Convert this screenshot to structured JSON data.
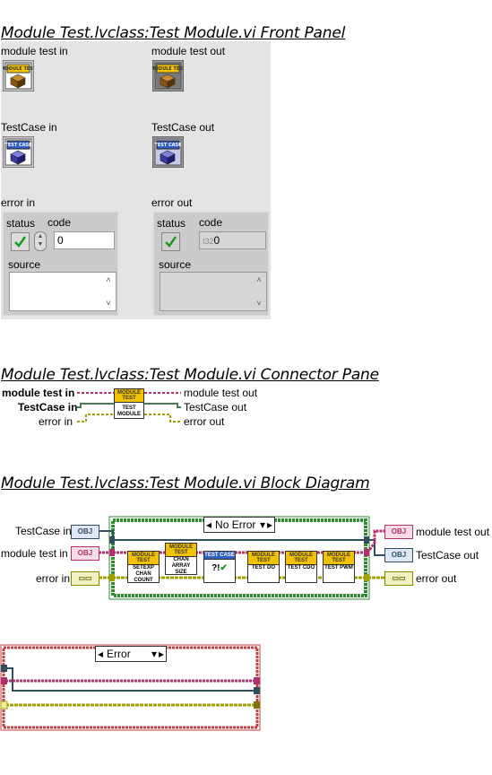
{
  "front_panel": {
    "title": "Module Test.lvclass:Test Module.vi Front Panel",
    "module_test_in": "module test in",
    "module_test_out": "module test out",
    "testcase_in": "TestCase in",
    "testcase_out": "TestCase out",
    "error_in": "error in",
    "error_out": "error out",
    "status_label": "status",
    "code_label": "code",
    "source_label": "source",
    "code_in_value": "0",
    "code_out_value": "0",
    "module_icon_text": "MODULE TEST",
    "testcase_icon_text": "TEST CASE"
  },
  "connector_pane": {
    "title": "Module Test.lvclass:Test Module.vi Connector Pane",
    "in_labels": [
      "module test in",
      "TestCase in",
      "error in"
    ],
    "out_labels": [
      "module test out",
      "TestCase out",
      "error out"
    ],
    "icon_top": "MODULE TEST",
    "icon_bottom": "TEST MODULE"
  },
  "block_diagram": {
    "title": "Module Test.lvclass:Test Module.vi Block Diagram",
    "in_labels": [
      "TestCase in",
      "module test in",
      "error in"
    ],
    "out_labels": [
      "module test out",
      "TestCase out",
      "error out"
    ],
    "case_no_error": "No Error",
    "case_error": "Error",
    "obj_text": "OBJ",
    "subvis": [
      {
        "top": "MODULE TEST",
        "body": "SETEXP CHAN COUNT"
      },
      {
        "top": "MODULE TEST",
        "body": "CHAN ARRAY SIZE"
      },
      {
        "top": "TEST CASE",
        "body": "?!"
      },
      {
        "top": "MODULE TEST",
        "body": "TEST DO"
      },
      {
        "top": "MODULE TEST",
        "body": "TEST CDO"
      },
      {
        "top": "MODULE TEST",
        "body": "TEST PWM"
      }
    ]
  },
  "colors": {
    "class_wire": "#b03070",
    "testcase_wire": "#305060",
    "error_wire": "#a0a000",
    "case_border_green": "#2f8f2f",
    "case_border_red": "#c04040"
  }
}
